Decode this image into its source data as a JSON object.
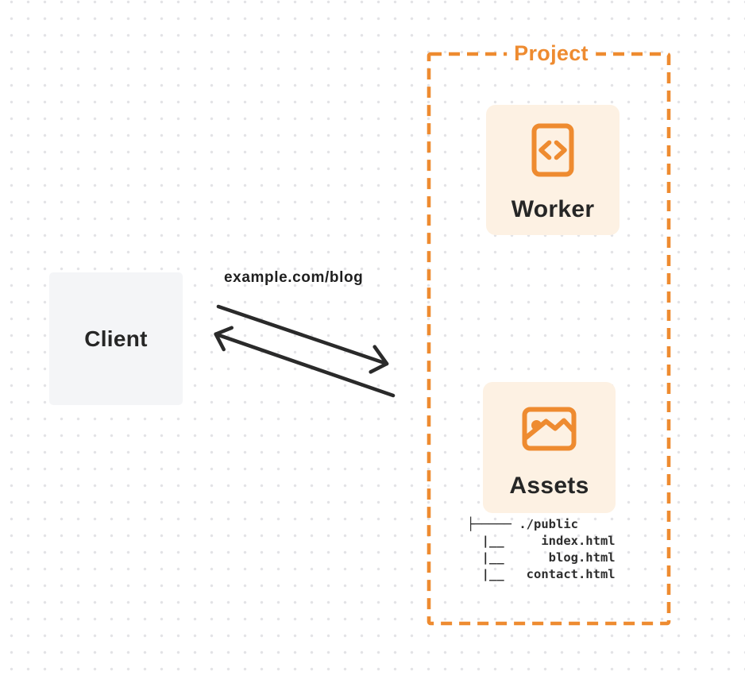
{
  "client": {
    "label": "Client"
  },
  "request_label": "example.com/blog",
  "project": {
    "label": "Project",
    "worker": {
      "label": "Worker",
      "icon": "code-icon"
    },
    "assets": {
      "label": "Assets",
      "icon": "image-icon",
      "file_tree": [
        "├───── ./public",
        "  |__     index.html",
        "  |__      blog.html",
        "  |__   contact.html"
      ]
    }
  },
  "colors": {
    "accent_orange": "#ee8b30",
    "project_card_fill": "#fdf1e3",
    "client_fill": "#f4f5f7",
    "ink": "#2a2a2a",
    "dot_grid": "#e3e3e6"
  }
}
